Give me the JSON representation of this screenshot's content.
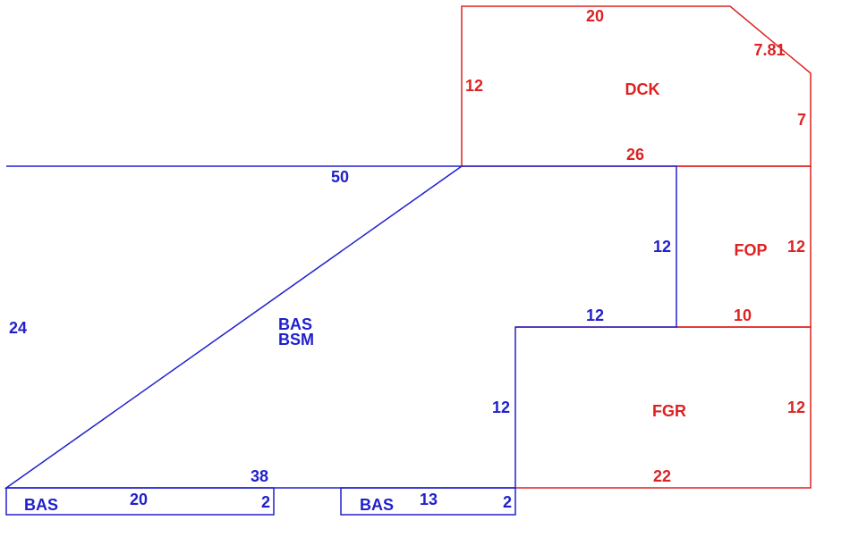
{
  "colors": {
    "blue": "#2020cc",
    "red": "#dd2222"
  },
  "sections": {
    "main": {
      "codes": [
        "BAS",
        "BSM"
      ],
      "dims": [
        "50",
        "24",
        "38",
        "12",
        "12",
        "12"
      ]
    },
    "dck": {
      "code": "DCK",
      "dims": [
        "20",
        "7.81",
        "12",
        "7",
        "26"
      ]
    },
    "fop": {
      "code": "FOP",
      "dims": [
        "12",
        "10"
      ]
    },
    "fgr": {
      "code": "FGR",
      "dims": [
        "12",
        "22"
      ]
    },
    "bas_left": {
      "code": "BAS",
      "dims": [
        "20",
        "2"
      ]
    },
    "bas_right": {
      "code": "BAS",
      "dims": [
        "13",
        "2"
      ]
    }
  }
}
